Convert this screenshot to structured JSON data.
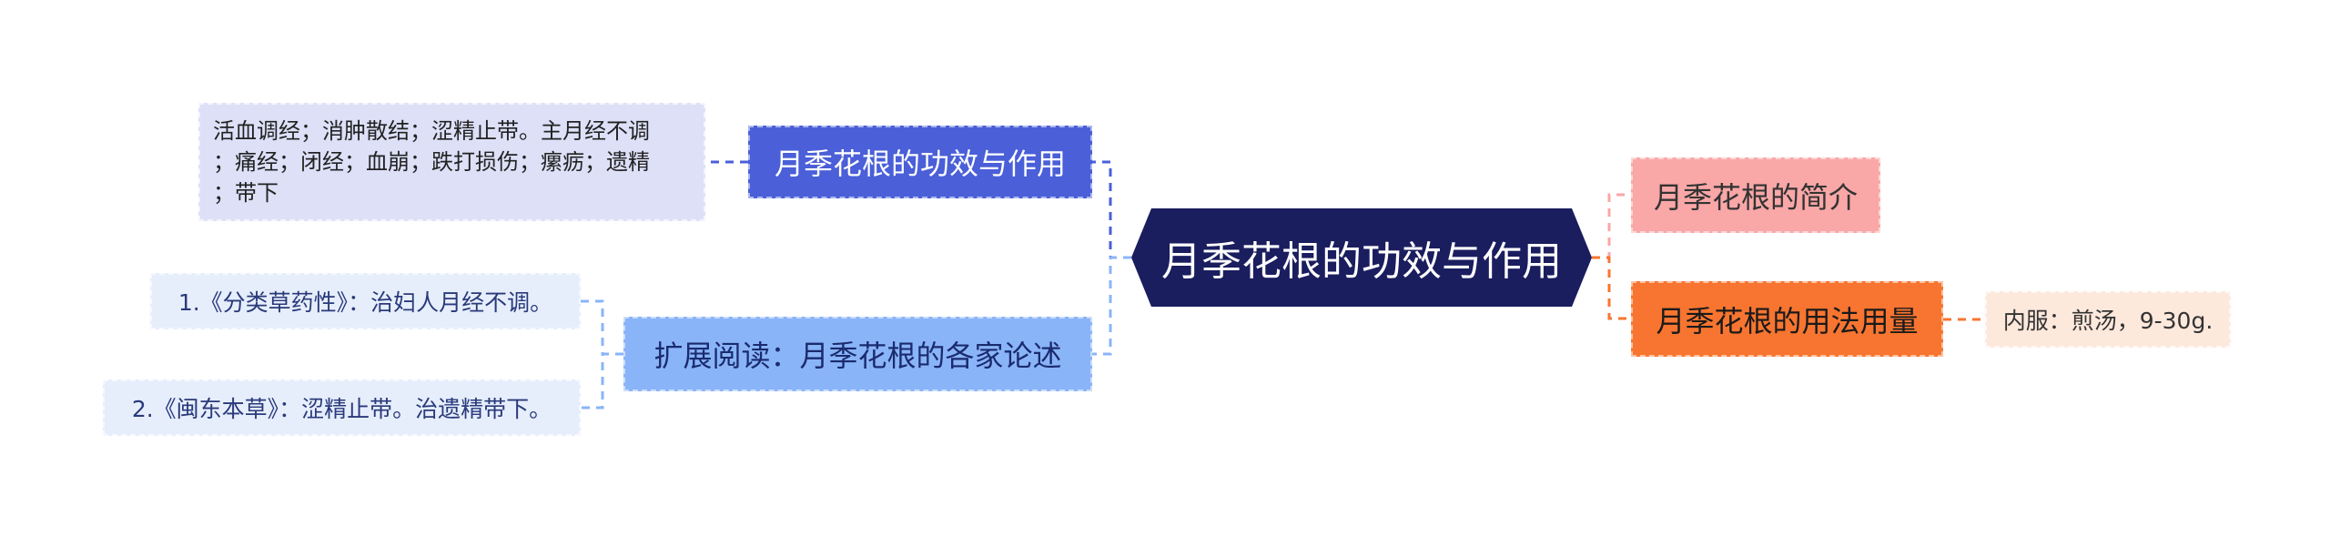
{
  "colors": {
    "center": "#1a1d5e",
    "branch_efficacy": "#4a5fd8",
    "branch_reading": "#8ab4f8",
    "branch_intro": "#f9a7a7",
    "branch_usage": "#f77530",
    "leaf_efficacy": "#dde0f7",
    "leaf_reading": "#e6eefc",
    "leaf_usage": "#fde8dc"
  },
  "center": {
    "label": "月季花根的功效与作用"
  },
  "left_branches": [
    {
      "label": "月季花根的功效与作用",
      "leaves": [
        "活血调经；消肿散结；涩精止带。主月经不调\n；痛经；闭经；血崩；跌打损伤；瘰疬；遗精\n；带下"
      ]
    },
    {
      "label": "扩展阅读：月季花根的各家论述",
      "leaves": [
        "1.《分类草药性》：治妇人月经不调。",
        "2.《闽东本草》：涩精止带。治遗精带下。"
      ]
    }
  ],
  "right_branches": [
    {
      "label": "月季花根的简介",
      "leaves": []
    },
    {
      "label": "月季花根的用法用量",
      "leaves": [
        "内服：煎汤，9-30g."
      ]
    }
  ]
}
